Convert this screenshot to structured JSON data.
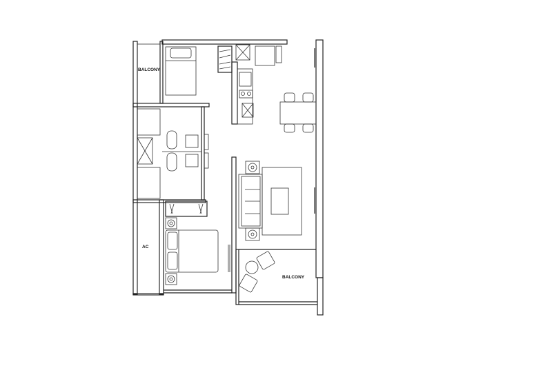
{
  "floor_plan": {
    "labels": {
      "balcony_top": "BALCONY",
      "ac": "AC",
      "balcony_bottom": "BALCONY"
    },
    "line_color": "#222222",
    "background": "#ffffff"
  }
}
